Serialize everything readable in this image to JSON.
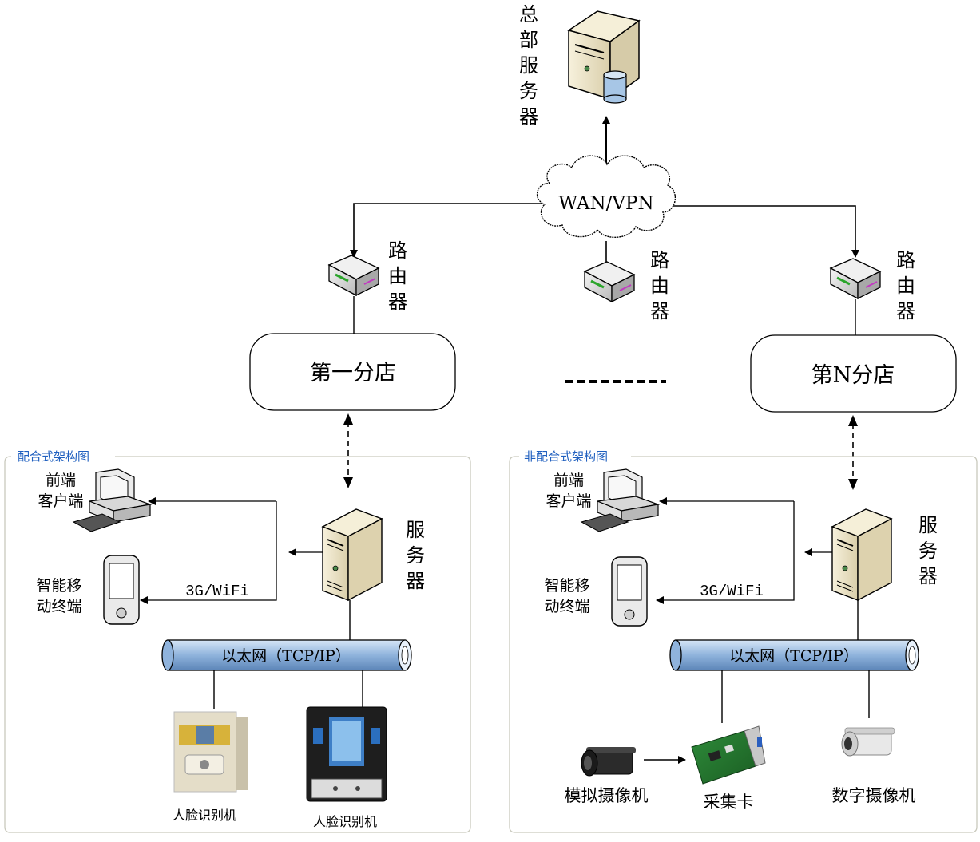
{
  "hq": {
    "label_chars": [
      "总",
      "部",
      "服",
      "务",
      "器"
    ]
  },
  "wan": {
    "label": "WAN/VPN"
  },
  "router_label_chars": [
    "路",
    "由",
    "器"
  ],
  "stores": {
    "first": "第一分店",
    "nth": "第N分店",
    "ellipsis": "·········"
  },
  "panels": {
    "left": {
      "title": "配合式架构图",
      "client_line1": "前端",
      "client_line2": "客户端",
      "mobile_line1": "智能移",
      "mobile_line2": "动终端",
      "wireless": "3G/WiFi",
      "server_chars": [
        "服",
        "务",
        "器"
      ],
      "ethernet": "以太网（TCP/IP）",
      "device1": "人脸识别机",
      "device2": "人脸识别机"
    },
    "right": {
      "title": "非配合式架构图",
      "client_line1": "前端",
      "client_line2": "客户端",
      "mobile_line1": "智能移",
      "mobile_line2": "动终端",
      "wireless": "3G/WiFi",
      "server_chars": [
        "服",
        "务",
        "器"
      ],
      "ethernet": "以太网（TCP/IP）",
      "analog_camera": "模拟摄像机",
      "capture_card": "采集卡",
      "digital_camera": "数字摄像机"
    }
  }
}
